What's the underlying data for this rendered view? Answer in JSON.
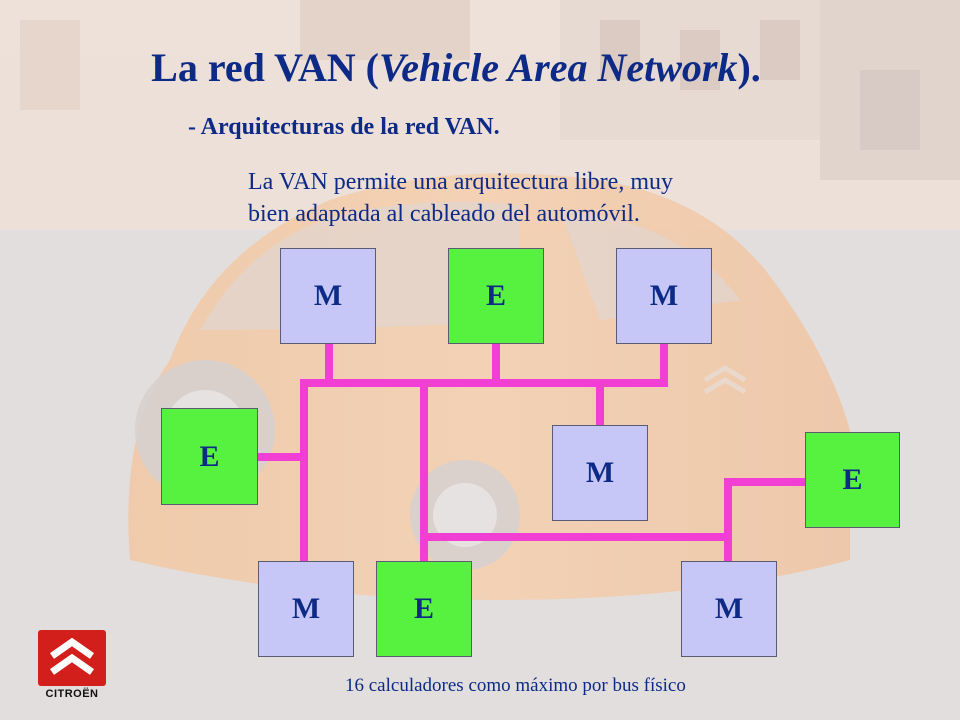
{
  "slide": {
    "title_main": "La red VAN (",
    "title_italic": "Vehicle Area Network",
    "title_end": ").",
    "subtitle": "- Arquitecturas de la red VAN.",
    "description_lines": [
      "La VAN permite una arquitectura libre, muy",
      "bien adaptada al cableado del automóvil."
    ],
    "footnote": "16 calculadores como máximo por bus físico",
    "logo_text": "CITROËN"
  },
  "diagram": {
    "bus_color": "#f23fd3",
    "master_color": "#c6c6f7",
    "slave_color": "#57f240",
    "nodes": [
      {
        "id": "top-left",
        "label": "M"
      },
      {
        "id": "top-center",
        "label": "E"
      },
      {
        "id": "top-right",
        "label": "M"
      },
      {
        "id": "mid-left",
        "label": "E"
      },
      {
        "id": "mid-center",
        "label": "M"
      },
      {
        "id": "mid-right",
        "label": "E"
      },
      {
        "id": "bottom-left",
        "label": "M"
      },
      {
        "id": "bottom-center",
        "label": "E"
      },
      {
        "id": "bottom-right",
        "label": "M"
      }
    ]
  }
}
